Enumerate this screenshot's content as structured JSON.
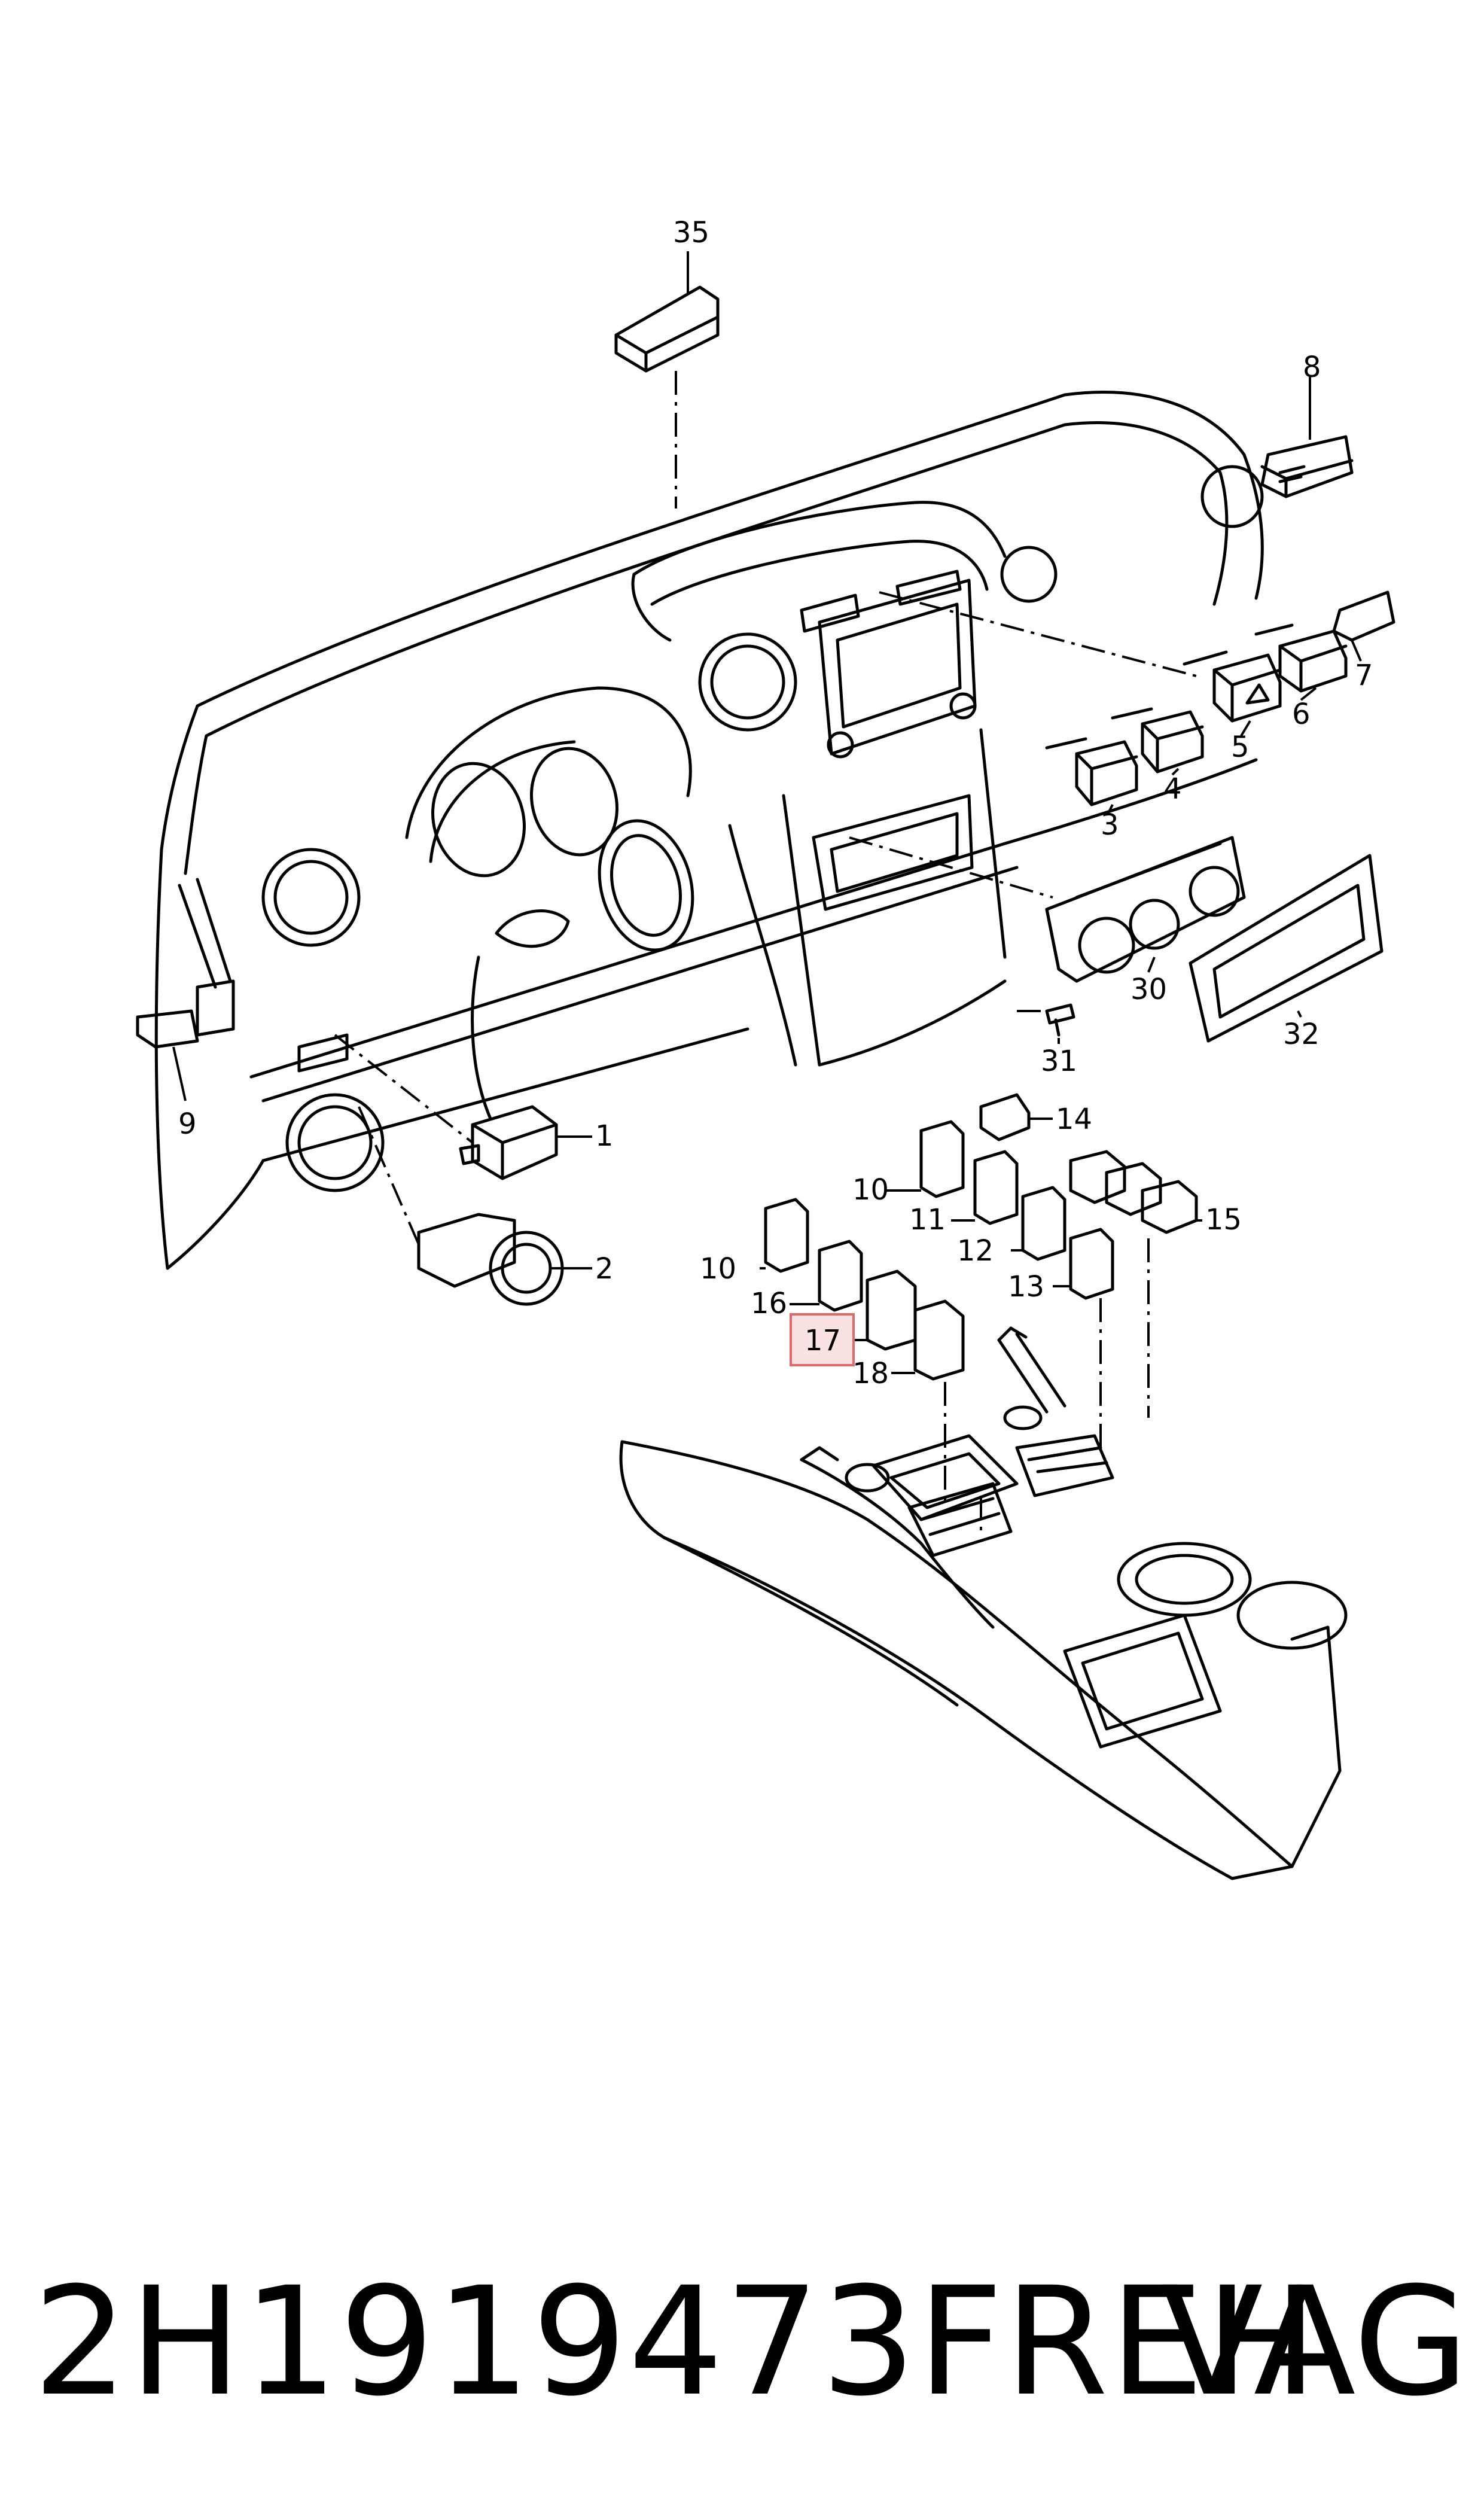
{
  "callouts": [
    {
      "id": "35",
      "label": "35"
    },
    {
      "id": "8",
      "label": "8"
    },
    {
      "id": "7",
      "label": "7"
    },
    {
      "id": "6",
      "label": "6"
    },
    {
      "id": "5",
      "label": "5"
    },
    {
      "id": "4",
      "label": "4"
    },
    {
      "id": "3",
      "label": "3"
    },
    {
      "id": "30",
      "label": "30"
    },
    {
      "id": "32",
      "label": "32"
    },
    {
      "id": "31",
      "label": "31"
    },
    {
      "id": "9",
      "label": "9"
    },
    {
      "id": "1",
      "label": "1"
    },
    {
      "id": "2",
      "label": "2"
    },
    {
      "id": "14",
      "label": "14"
    },
    {
      "id": "10a",
      "label": "10"
    },
    {
      "id": "11",
      "label": "11"
    },
    {
      "id": "15",
      "label": "15"
    },
    {
      "id": "12",
      "label": "12"
    },
    {
      "id": "10b",
      "label": "10"
    },
    {
      "id": "13",
      "label": "13"
    },
    {
      "id": "16",
      "label": "16"
    },
    {
      "id": "17",
      "label": "17"
    },
    {
      "id": "18",
      "label": "18"
    }
  ],
  "highlighted_callout": "17",
  "highlight_color": "#e06a6a",
  "footer": {
    "part_number": "2H1919473FREH",
    "brand": "VAG"
  }
}
